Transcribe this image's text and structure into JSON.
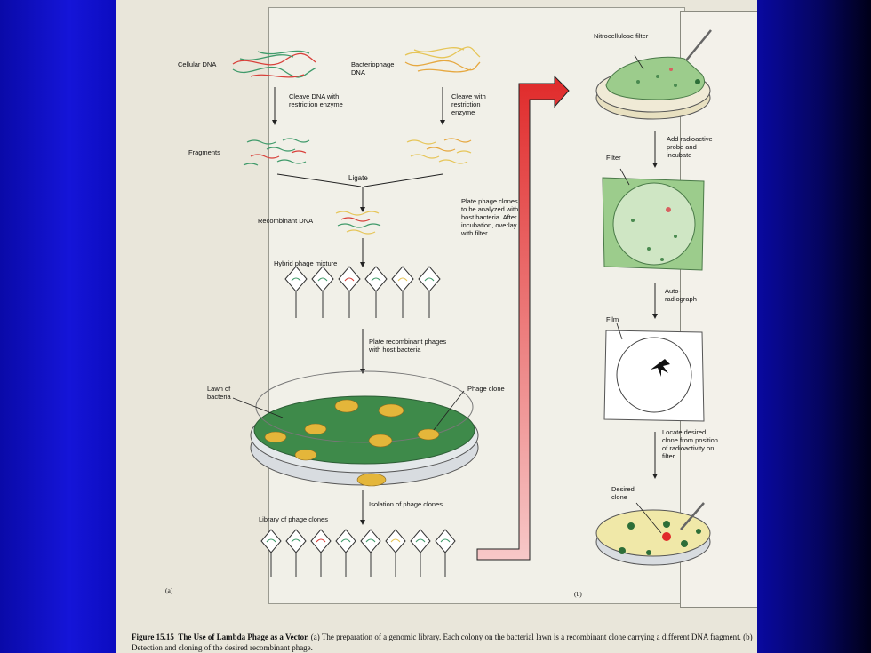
{
  "colors": {
    "lawn": "#3e8a4a",
    "plaque": "#e4b63a",
    "dna_red": "#d8403a",
    "dna_green": "#3f9a6a",
    "dna_yellow": "#e6c558",
    "arrow_red": "#e03a38",
    "filter_green": "#9ccc8c"
  },
  "panel_a": {
    "cellular_dna": "Cellular DNA",
    "bacteriophage_dna": "Bacteriophage DNA",
    "cleave_left": "Cleave DNA with restriction enzyme",
    "cleave_right": "Cleave with restriction enzyme",
    "fragments": "Fragments",
    "ligate": "Ligate",
    "recombinant_dna": "Recombinant DNA",
    "plate_phage": "Plate phage clones to be analyzed with host bacteria. After incubation, overlay with filter.",
    "hybrid_mixture": "Hybrid phage mixture",
    "plate_recombinant": "Plate recombinant phages with host bacteria",
    "lawn": "Lawn of bacteria",
    "phage_clone": "Phage clone",
    "isolation": "Isolation of phage clones",
    "library": "Library of phage clones",
    "tag": "(a)"
  },
  "panel_b": {
    "nitro": "Nitrocellulose filter",
    "add_probe": "Add radioactive probe and incubate",
    "filter": "Filter",
    "autoradiograph": "Auto-radiograph",
    "film": "Film",
    "locate": "Locate desired clone from position of radioactivity on filter",
    "desired": "Desired clone",
    "tag": "(b)"
  },
  "caption": {
    "label": "Figure 15.15",
    "title": "The Use of Lambda Phage as a Vector.",
    "text": "(a) The preparation of a genomic library. Each colony on the bacterial lawn is a recombinant clone carrying a different DNA fragment. (b) Detection and cloning of the desired recombinant phage."
  }
}
